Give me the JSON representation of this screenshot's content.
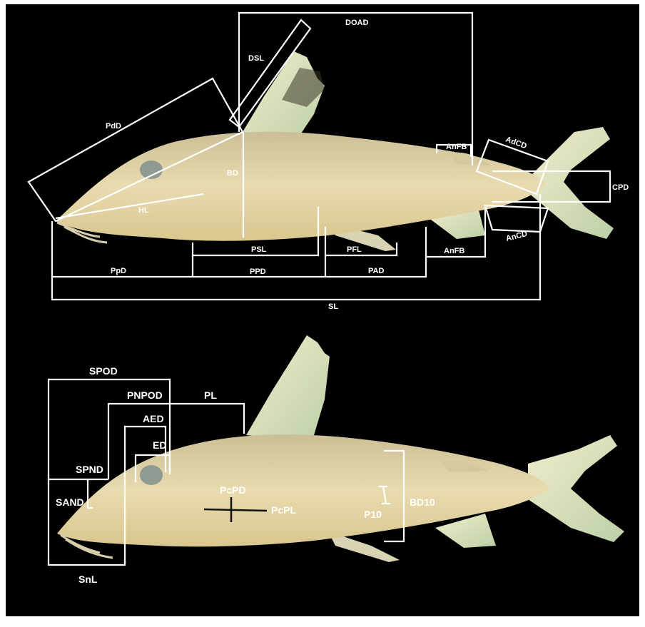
{
  "colors": {
    "background": "#000000",
    "lines": "#ffffff",
    "fish_body": "#e6d6a8"
  },
  "top_panel": {
    "labels": {
      "DOAD": "DOAD",
      "DSL": "DSL",
      "PdD": "PdD",
      "BD": "BD",
      "HL": "HL",
      "AnFB_upper": "AnFB",
      "AdCD": "AdCD",
      "CPD": "CPD",
      "AnCD": "AnCD",
      "PSL": "PSL",
      "PFL": "PFL",
      "AnFB_lower": "AnFB",
      "PpD": "PpD",
      "PPD": "PPD",
      "PAD": "PAD",
      "SL": "SL"
    }
  },
  "bottom_panel": {
    "labels": {
      "SPOD": "SPOD",
      "PNPOD": "PNPOD",
      "PL": "PL",
      "AED": "AED",
      "ED": "ED",
      "SPND": "SPND",
      "SAND": "SAND",
      "PcPD": "PcPD",
      "PcPL": "PcPL",
      "P10": "P10",
      "BD10": "BD10",
      "SnL": "SnL"
    }
  }
}
